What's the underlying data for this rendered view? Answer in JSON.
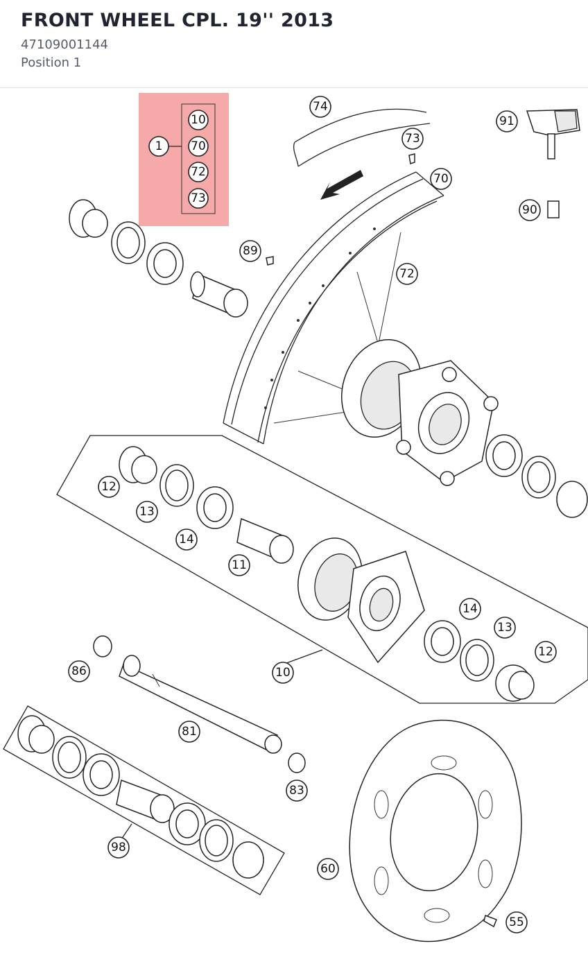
{
  "header": {
    "title": "FRONT WHEEL CPL. 19'' 2013",
    "part_number": "47109001144",
    "position": "Position 1"
  },
  "highlight": {
    "color": "#f4a0a0",
    "assembly_label": "1",
    "items": [
      "10",
      "70",
      "72",
      "73"
    ]
  },
  "callouts": {
    "c74": "74",
    "c73": "73",
    "c70": "70",
    "c91": "91",
    "c90": "90",
    "c89": "89",
    "c72": "72",
    "c12a": "12",
    "c13a": "13",
    "c14a": "14",
    "c11": "11",
    "c14b": "14",
    "c13b": "13",
    "c12b": "12",
    "c10": "10",
    "c86": "86",
    "c81": "81",
    "c83": "83",
    "c98": "98",
    "c60": "60",
    "c55": "55"
  }
}
